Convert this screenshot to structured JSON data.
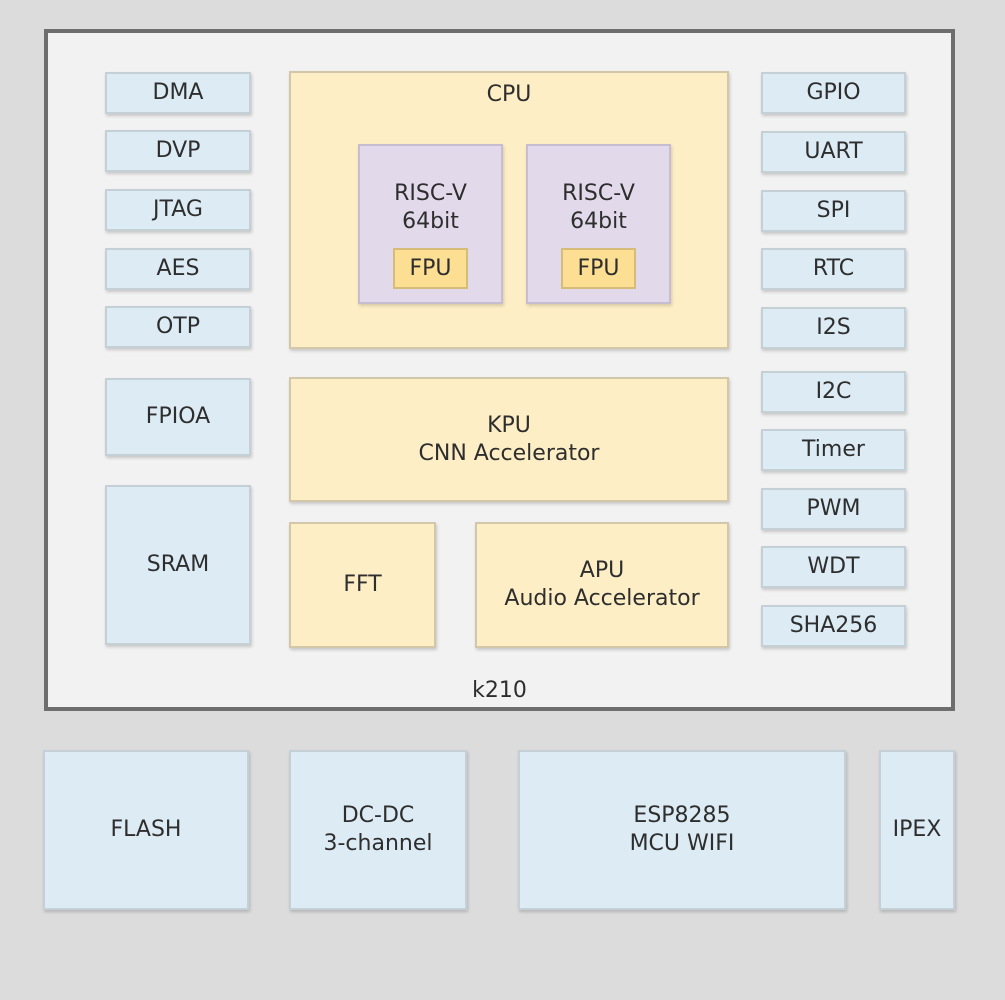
{
  "chip": {
    "label": "k210"
  },
  "left_col": [
    "DMA",
    "DVP",
    "JTAG",
    "AES",
    "OTP"
  ],
  "fpioa": "FPIOA",
  "sram": "SRAM",
  "cpu": {
    "title": "CPU",
    "cores": [
      {
        "line1": "RISC-V",
        "line2": "64bit",
        "fpu": "FPU"
      },
      {
        "line1": "RISC-V",
        "line2": "64bit",
        "fpu": "FPU"
      }
    ]
  },
  "kpu": {
    "line1": "KPU",
    "line2": "CNN Accelerator"
  },
  "fft": "FFT",
  "apu": {
    "line1": "APU",
    "line2": "Audio Accelerator"
  },
  "right_col": [
    "GPIO",
    "UART",
    "SPI",
    "RTC",
    "I2S",
    "I2C",
    "Timer",
    "PWM",
    "WDT",
    "SHA256"
  ],
  "external": {
    "flash": "FLASH",
    "dcdc": {
      "line1": "DC-DC",
      "line2": "3-channel"
    },
    "esp": {
      "line1": "ESP8285",
      "line2": "MCU WIFI"
    },
    "ipex": "IPEX"
  }
}
